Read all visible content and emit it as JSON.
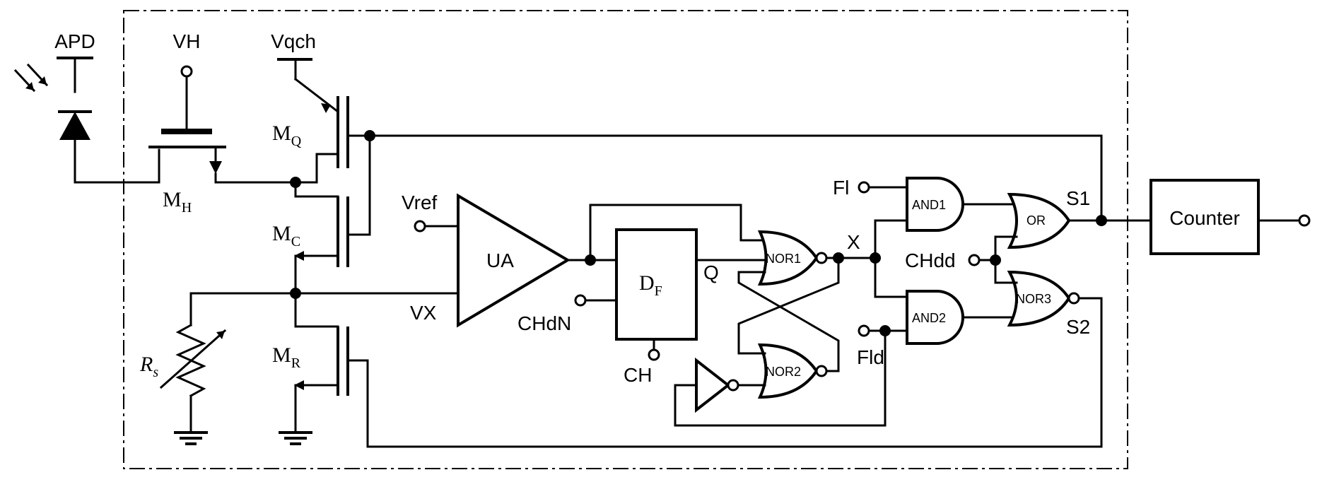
{
  "labels": {
    "apd": "APD",
    "vh": "VH",
    "vqch": "Vqch",
    "mq_main": "M",
    "mq_sub": "Q",
    "mh_main": "M",
    "mh_sub": "H",
    "mc_main": "M",
    "mc_sub": "C",
    "mr_main": "M",
    "mr_sub": "R",
    "rs_main": "R",
    "rs_sub": "s",
    "vref": "Vref",
    "vx": "VX",
    "ua": "UA",
    "chdn": "CHdN",
    "df_main": "D",
    "df_sub": "F",
    "q": "Q",
    "ch": "CH",
    "nor1": "NOR1",
    "nor2": "NOR2",
    "nor3": "NOR3",
    "x": "X",
    "fl": "Fl",
    "fld": "Fld",
    "and1": "AND1",
    "and2": "AND2",
    "or": "OR",
    "chdd": "CHdd",
    "s1": "S1",
    "s2": "S2",
    "counter": "Counter"
  }
}
